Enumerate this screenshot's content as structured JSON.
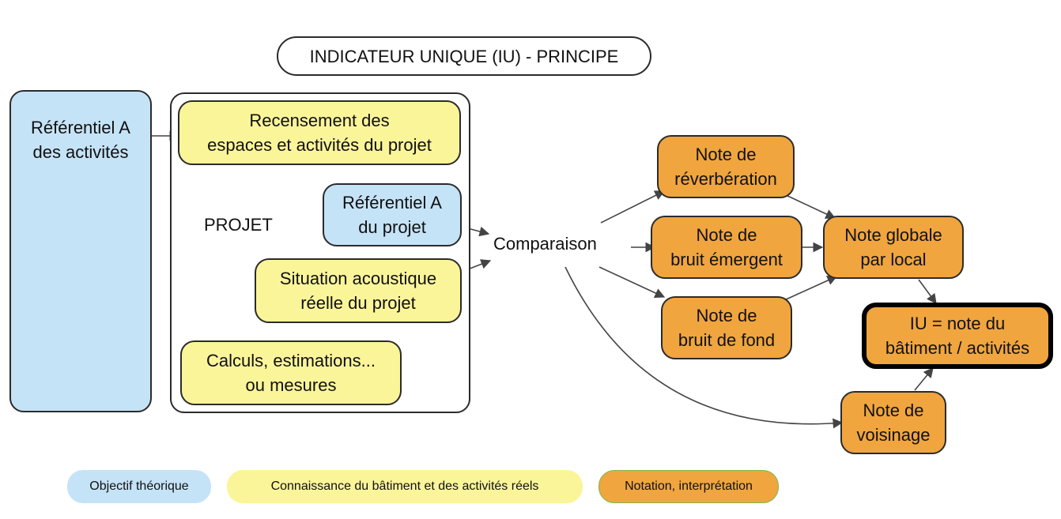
{
  "title": "INDICATEUR UNIQUE (IU) - PRINCIPE",
  "nodes": {
    "ref_activites": "Référentiel A\ndes activités",
    "recensement": "Recensement des\nespaces et activités du projet",
    "ref_projet": "Référentiel A\ndu projet",
    "projet_label": "PROJET",
    "situation": "Situation acoustique\nréelle du projet",
    "calculs": "Calculs, estimations...\nou mesures",
    "comparaison": "Comparaison",
    "note_reverb": "Note de\nréverbération",
    "note_bruit_emergent": "Note de\nbruit émergent",
    "note_bruit_fond": "Note de\nbruit de fond",
    "note_globale": "Note globale\npar local",
    "iu": "IU = note du\nbâtiment / activités",
    "note_voisinage": "Note de\nvoisinage"
  },
  "legend": {
    "theorique": "Objectif théorique",
    "connaissance": "Connaissance du bâtiment et des activités réels",
    "notation": "Notation, interprétation"
  },
  "colors": {
    "theorique": "#c5e3f7",
    "connaissance": "#fbf59a",
    "notation": "#f0a53f",
    "edge": "#444444"
  }
}
